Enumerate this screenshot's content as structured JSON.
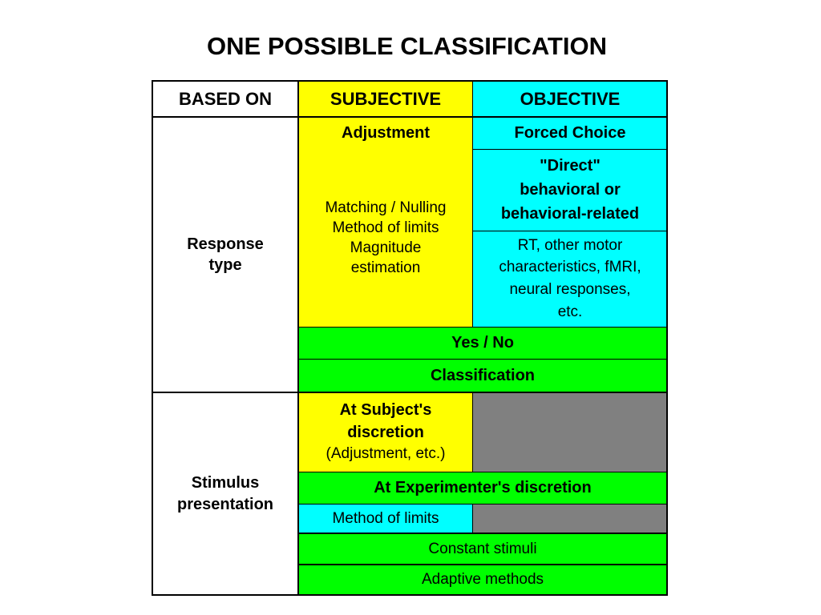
{
  "title": "ONE POSSIBLE CLASSIFICATION",
  "colors": {
    "yellow": "#ffff00",
    "cyan": "#00ffff",
    "green": "#00ff00",
    "gray": "#808080",
    "white": "#ffffff"
  },
  "header": {
    "based_on": "BASED ON",
    "subjective": "SUBJECTIVE",
    "objective": "OBJECTIVE"
  },
  "response_type": {
    "label_line1": "Response",
    "label_line2": "type",
    "adjustment": "Adjustment",
    "forced_choice": "Forced Choice",
    "subjective_methods": [
      "Matching / Nulling",
      "Method of limits",
      "Magnitude",
      "estimation"
    ],
    "direct_lines": [
      "\"Direct\"",
      "behavioral or",
      "behavioral-related"
    ],
    "measures_lines": [
      "RT, other motor",
      "characteristics, fMRI,",
      "neural responses,",
      "etc."
    ],
    "yes_no": "Yes / No",
    "classification": "Classification"
  },
  "stimulus_presentation": {
    "label_line1": "Stimulus",
    "label_line2": "presentation",
    "subject_discretion_line1": "At Subject's",
    "subject_discretion_line2": "discretion",
    "subject_discretion_note": "(Adjustment, etc.)",
    "experimenter_discretion": "At Experimenter's discretion",
    "method_of_limits": "Method of limits",
    "constant_stimuli": "Constant stimuli",
    "adaptive_methods": "Adaptive methods"
  }
}
